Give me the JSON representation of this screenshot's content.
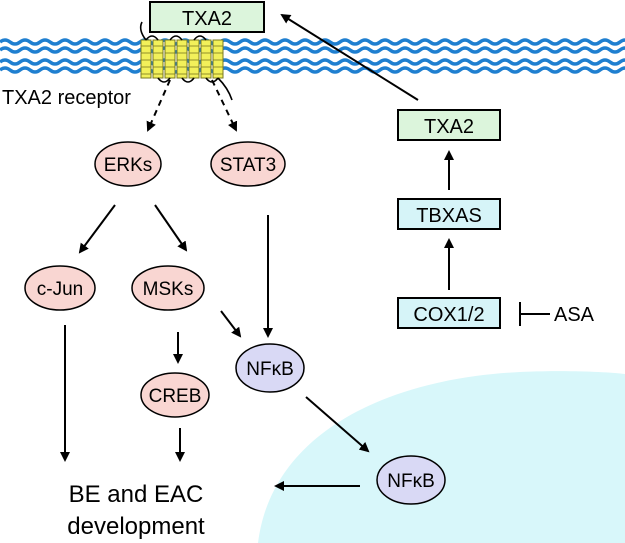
{
  "colors": {
    "membrane": "#1f7fd0",
    "receptor_fill": "#f2f05a",
    "receptor_stroke": "#7a7a20",
    "txa2_box": "#dcf5dc",
    "pathway_box": "#d6f4f8",
    "pink_node": "#f9d6d2",
    "nfkb_node": "#d9d9f5",
    "nucleus": "#d8f7fa",
    "arrow": "#000000"
  },
  "membrane": {
    "txa2_top_label": "TXA2",
    "receptor_label": "TXA2 receptor"
  },
  "pathway": {
    "txa2": "TXA2",
    "tbxas": "TBXAS",
    "cox": "COX1/2",
    "inhibitor": "ASA"
  },
  "nodes": {
    "erks": "ERKs",
    "stat3": "STAT3",
    "cjun": "c-Jun",
    "msks": "MSKs",
    "creb": "CREB",
    "nfkb_cyto": "NFκB",
    "nfkb_nuc": "NFκB"
  },
  "outcome": {
    "line1": "BE and EAC",
    "line2": "development"
  }
}
